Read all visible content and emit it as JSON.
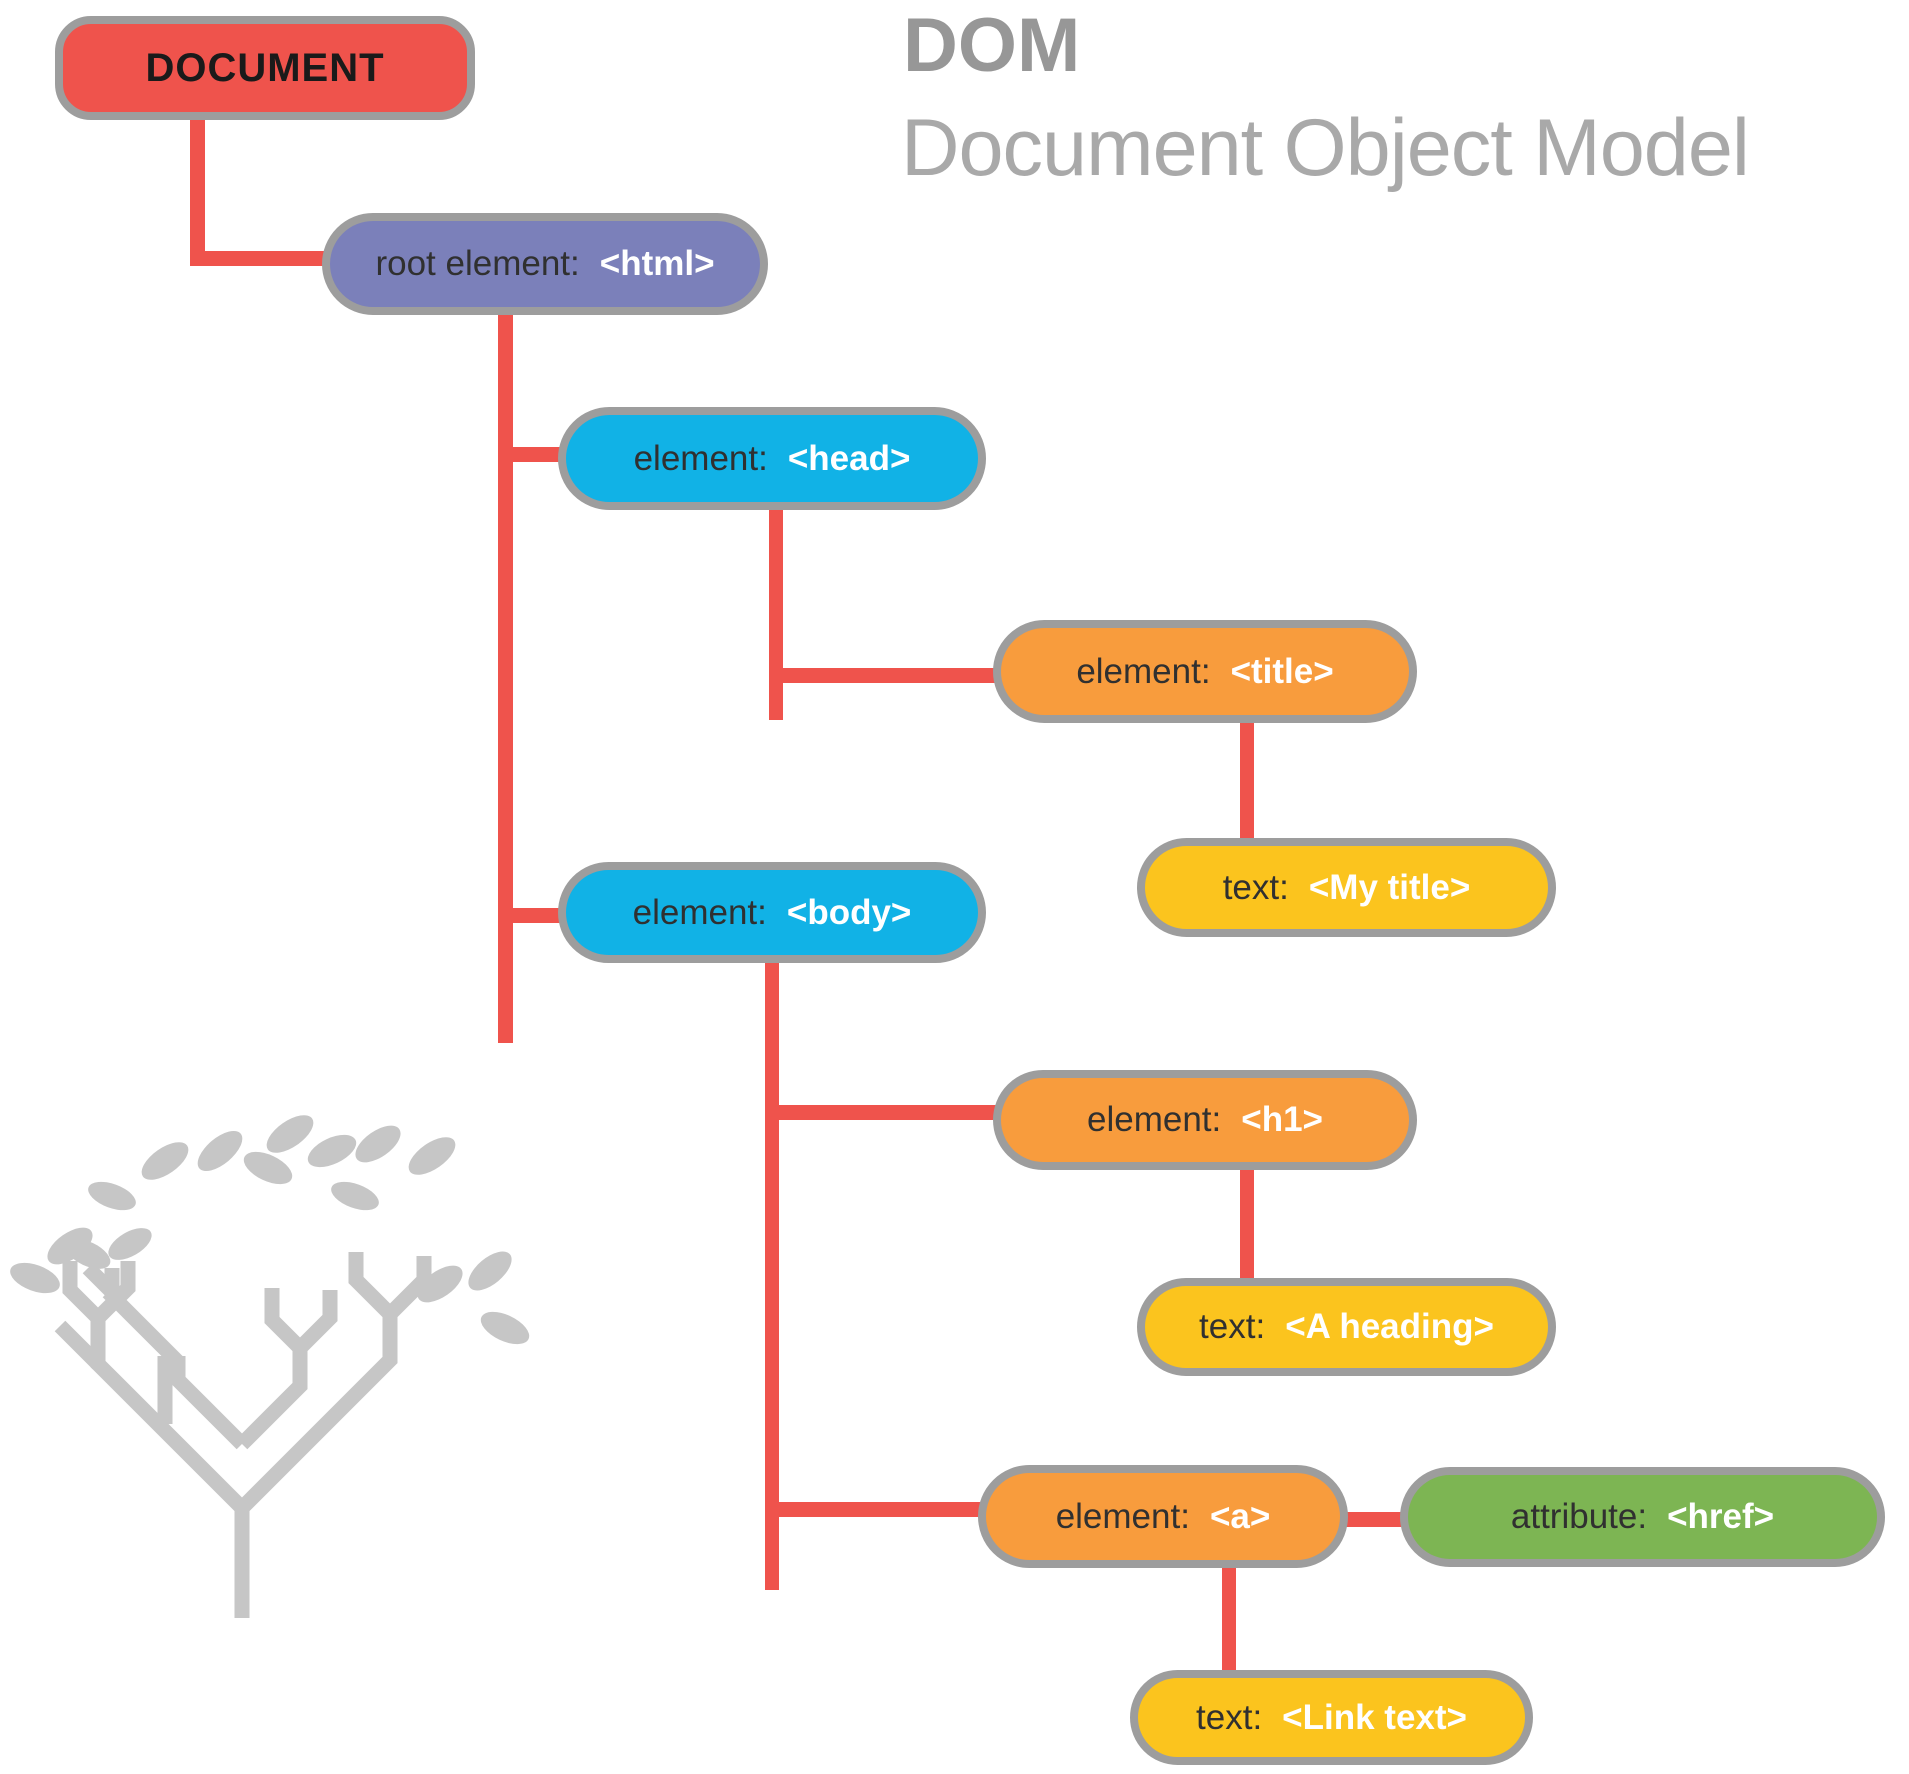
{
  "header": {
    "title": "DOM",
    "subtitle": "Document Object Model"
  },
  "nodes": [
    {
      "id": "document",
      "label": "DOCUMENT",
      "tag": "",
      "color": "red"
    },
    {
      "id": "html",
      "label": "root element:",
      "tag": "<html>",
      "color": "purple"
    },
    {
      "id": "head",
      "label": "element:",
      "tag": "<head>",
      "color": "cyan"
    },
    {
      "id": "title",
      "label": "element:",
      "tag": "<title>",
      "color": "orange"
    },
    {
      "id": "my-title",
      "label": "text:",
      "tag": "<My title>",
      "color": "yellow"
    },
    {
      "id": "body",
      "label": "element:",
      "tag": "<body>",
      "color": "cyan"
    },
    {
      "id": "h1",
      "label": "element:",
      "tag": "<h1>",
      "color": "orange"
    },
    {
      "id": "a-heading",
      "label": "text:",
      "tag": "<A heading>",
      "color": "yellow"
    },
    {
      "id": "a",
      "label": "element:",
      "tag": "<a>",
      "color": "orange"
    },
    {
      "id": "href",
      "label": "attribute:",
      "tag": "<href>",
      "color": "green"
    },
    {
      "id": "link-text",
      "label": "text:",
      "tag": "<Link text>",
      "color": "yellow"
    }
  ],
  "edges": [
    [
      "document",
      "html"
    ],
    [
      "html",
      "head"
    ],
    [
      "html",
      "body"
    ],
    [
      "head",
      "title"
    ],
    [
      "title",
      "my-title"
    ],
    [
      "body",
      "h1"
    ],
    [
      "body",
      "a"
    ],
    [
      "h1",
      "a-heading"
    ],
    [
      "a",
      "href"
    ],
    [
      "a",
      "link-text"
    ]
  ],
  "colors": {
    "node_red": "#EF534C",
    "node_purple": "#7B80BA",
    "node_cyan": "#11B2E6",
    "node_orange": "#F89C3D",
    "node_yellow": "#FBC41E",
    "node_green": "#7DB553",
    "node_border_gray": "#9D9D9D",
    "connector_red": "#EF534C",
    "title_gray": "#979797",
    "subtitle_gray": "#A9A9A9",
    "label_dark": "#303030",
    "tag_white": "#FFFFFF",
    "tree_gray": "#C6C6C6"
  }
}
